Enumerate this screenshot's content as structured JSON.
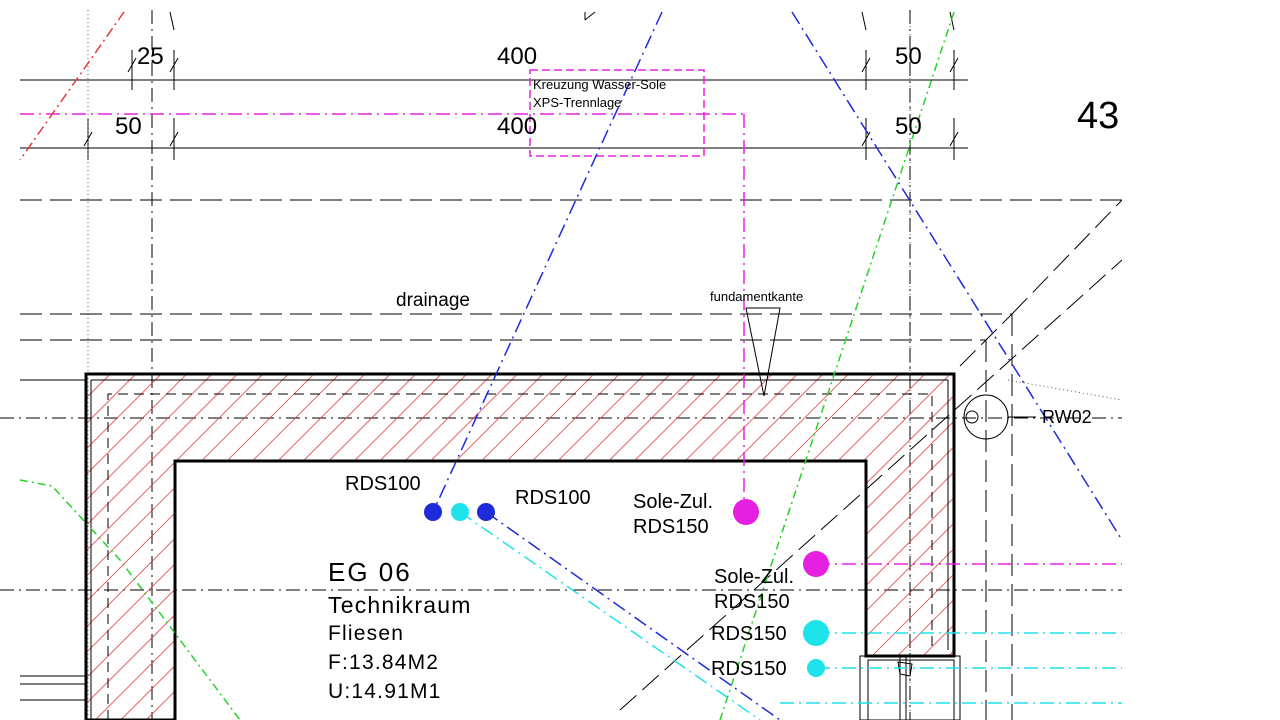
{
  "drawing": {
    "colors": {
      "background": "#ffffff",
      "wall_hatch": "#e23b3b",
      "sole": "#e620e0",
      "water_hot": "#1d2bd8",
      "water_cold": "#1ee3ea",
      "earth": "#29d129",
      "linework": "#000000"
    },
    "dimensions": {
      "top_row": [
        "25",
        "400",
        "50"
      ],
      "bottom_row": [
        "50",
        "400",
        "50"
      ]
    },
    "sheet_number": "43",
    "note": {
      "line1": "Kreuzung Wasser-Sole",
      "line2": "XPS-Trennlage"
    },
    "labels": {
      "drainage": "drainage",
      "fundament": "fundamentkante",
      "rw": "RW02"
    },
    "pipes": {
      "rds100_a": "RDS100",
      "rds100_b": "RDS100",
      "sole1_line1": "Sole-Zul.",
      "sole1_line2": "RDS150",
      "sole2_line1": "Sole-Zul.",
      "sole2_line2": "RDS150",
      "rds150_a": "RDS150",
      "rds150_b": "RDS150"
    },
    "room": {
      "id": "EG 06",
      "name": "Technikraum",
      "floor": "Fliesen",
      "area": "F:13.84M2",
      "perimeter": "U:14.91M1"
    }
  }
}
